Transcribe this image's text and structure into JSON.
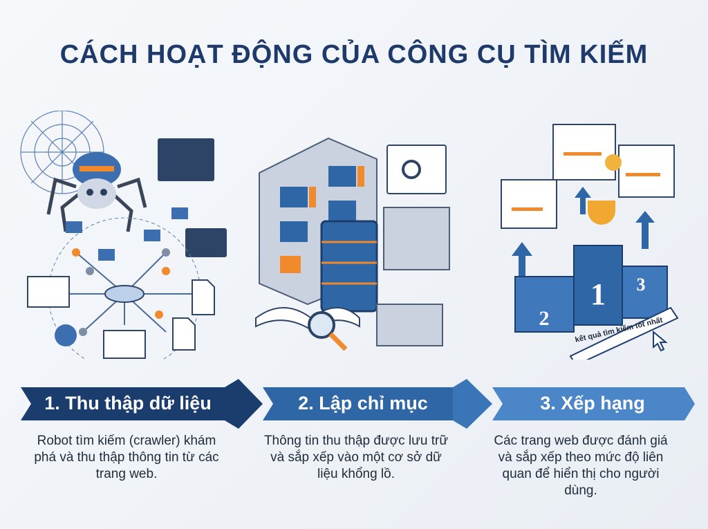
{
  "title": "CÁCH HOẠT ĐỘNG CỦA CÔNG CỤ TÌM KIẾM",
  "steps": [
    {
      "label": "1. Thu thập dữ liệu",
      "description": "Robot tìm kiếm (crawler) khám phá và thu thập thông tin từ các trang web.",
      "color": "#1b3d6e"
    },
    {
      "label": "2. Lập chỉ mục",
      "description": "Thông tin thu thập được lưu trữ và sắp xếp vào một cơ sở dữ liệu khổng lồ.",
      "color": "#2f66a6"
    },
    {
      "label": "3. Xếp hạng",
      "description": "Các trang web được đánh giá và sắp xếp theo mức độ liên quan để hiển thị cho người dùng.",
      "color": "#4a86c8"
    }
  ],
  "ranking": {
    "search_text": "kết quả tìm kiếm tốt nhất",
    "podium": [
      "2",
      "1",
      "3"
    ]
  }
}
